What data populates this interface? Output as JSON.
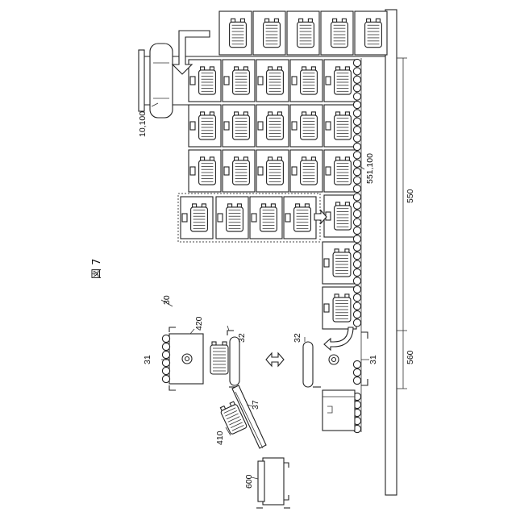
{
  "figure": {
    "title": "図 7"
  },
  "labels": {
    "l_30": "30",
    "l_420": "420",
    "l_31a": "31",
    "l_32a": "32",
    "l_32b": "32",
    "l_31b": "31",
    "l_37": "37",
    "l_410": "410",
    "l_600": "600",
    "l_10100": "10,100",
    "l_551100": "551,100",
    "l_550": "550",
    "l_560": "560"
  }
}
